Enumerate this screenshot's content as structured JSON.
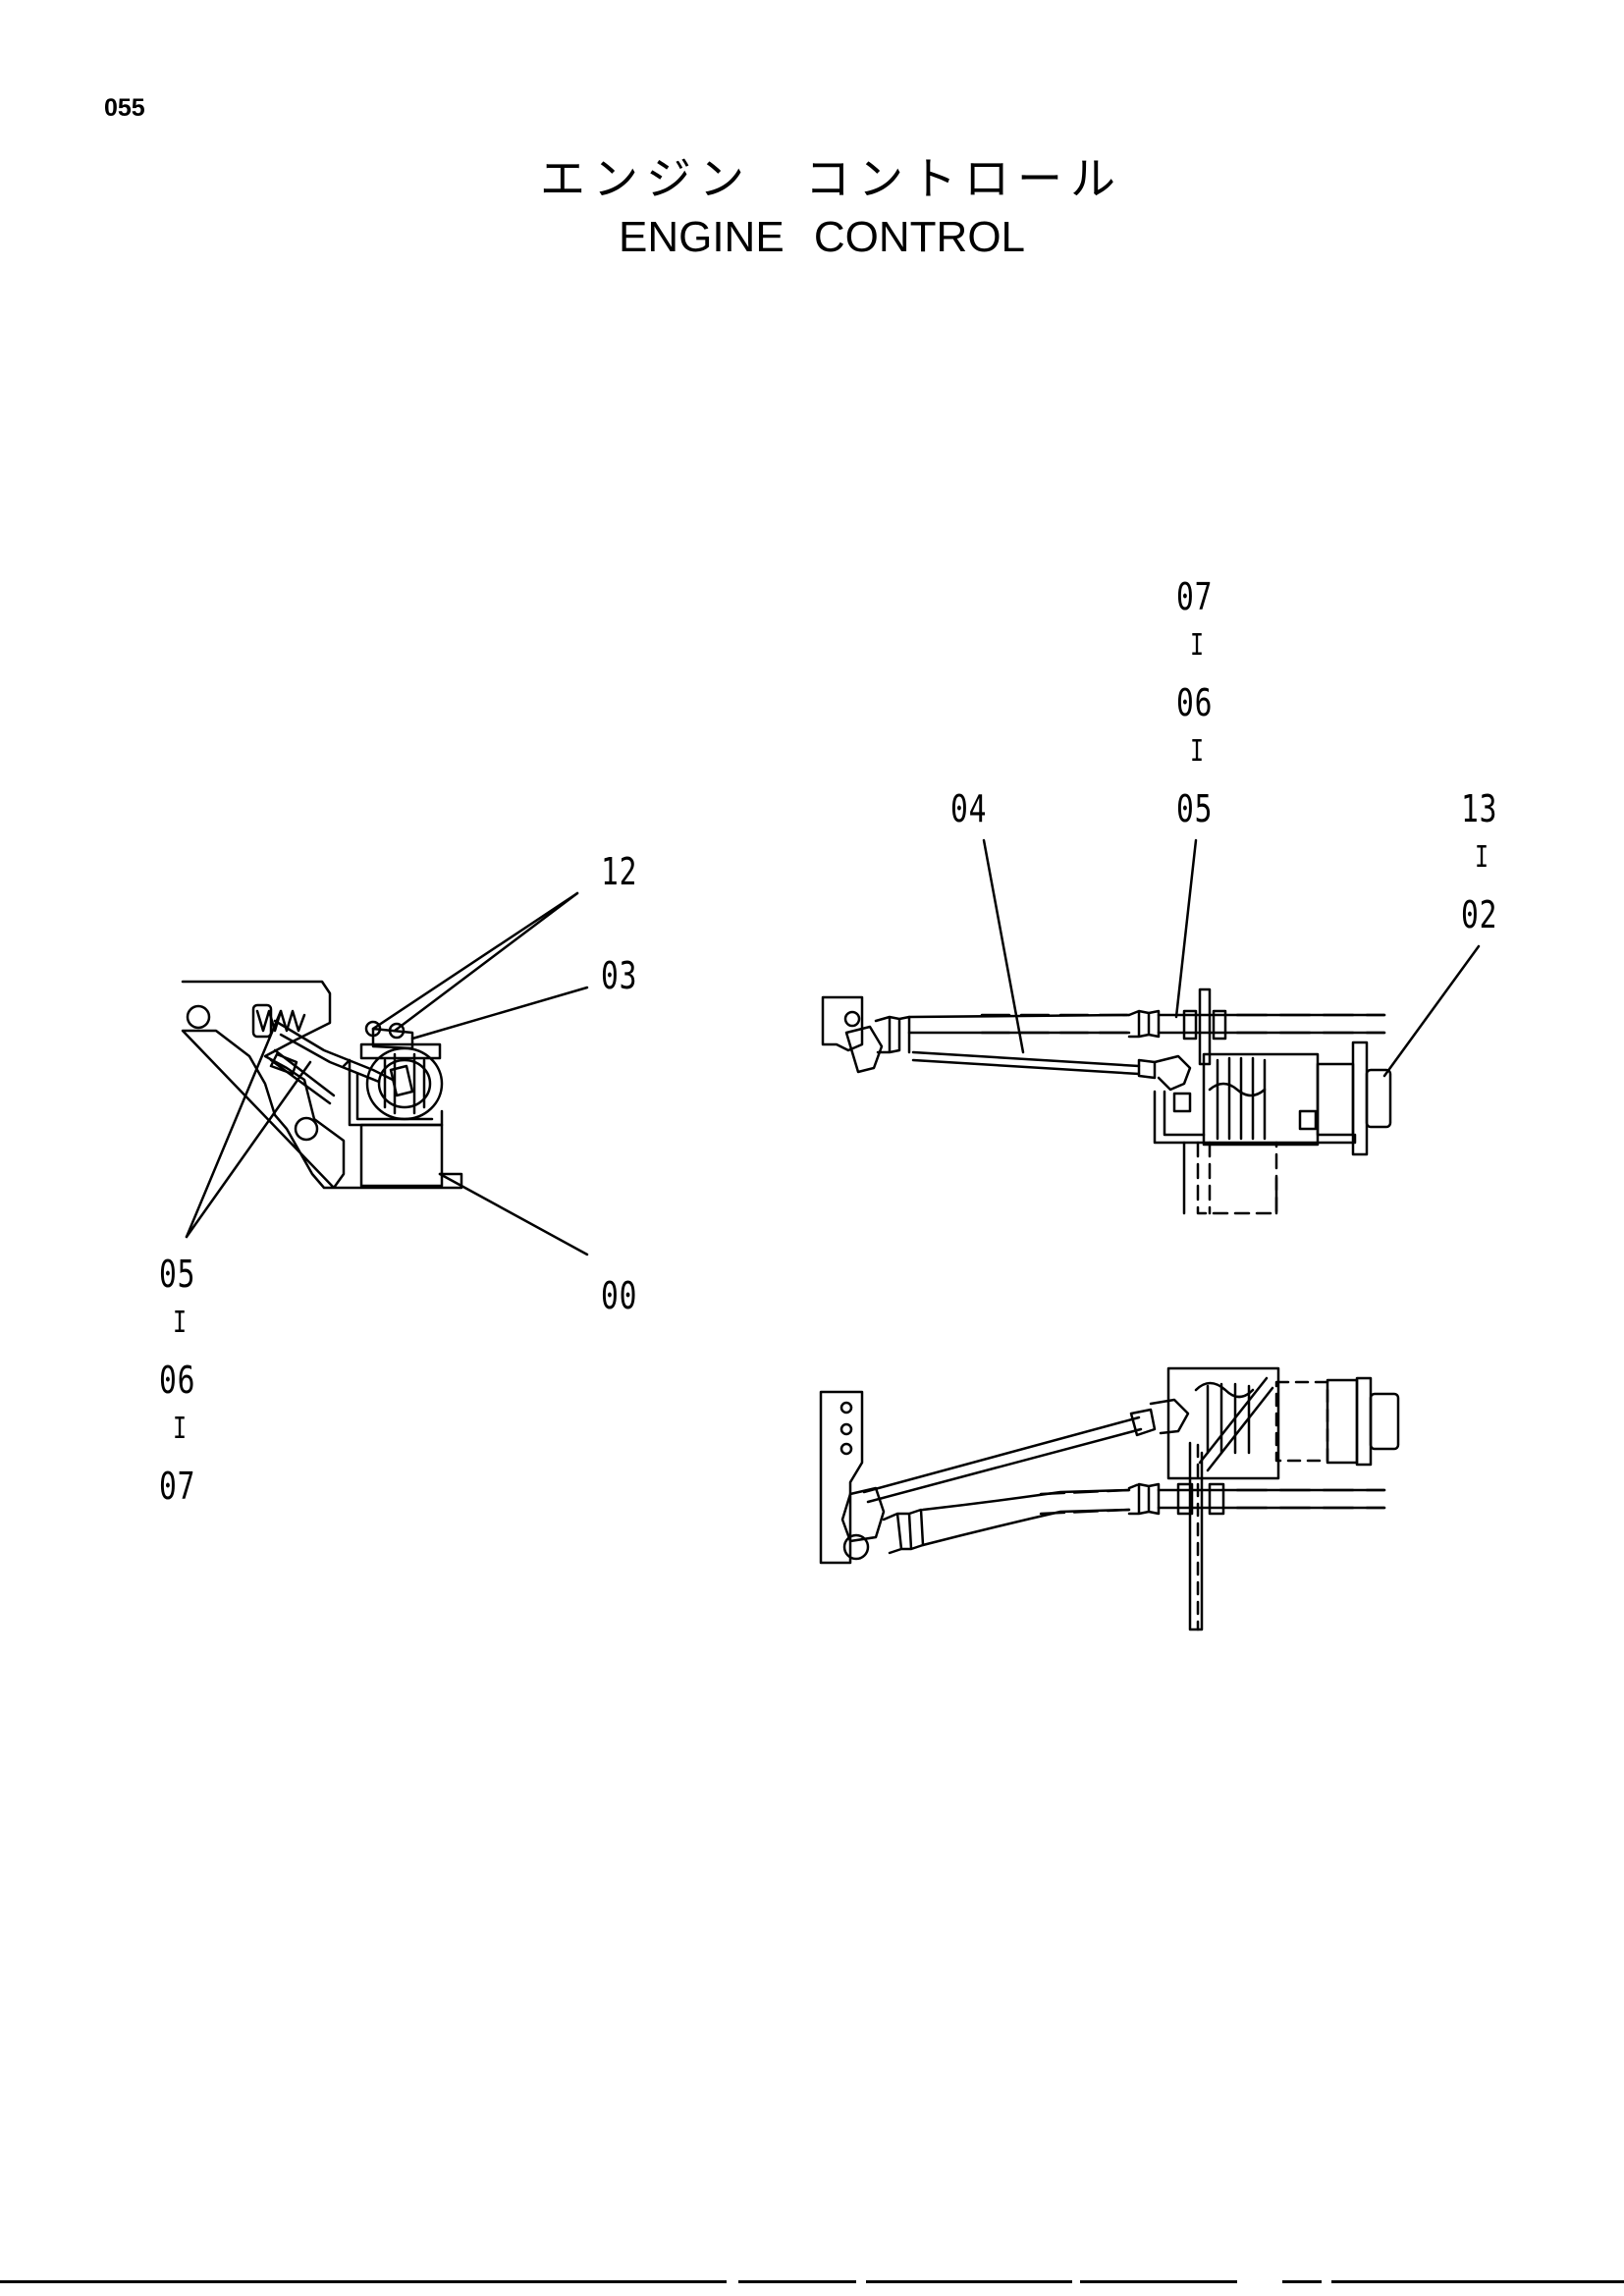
{
  "page": {
    "number": "055"
  },
  "title": {
    "japanese": "エンジン　コントロール",
    "english": "ENGINE  CONTROL"
  },
  "callouts": {
    "left": {
      "c12": "12",
      "c03": "03",
      "c00": "00",
      "c05": "05",
      "c06": "06",
      "c07": "07",
      "sep": "I"
    },
    "right": {
      "c07": "07",
      "c06": "06",
      "c05": "05",
      "c04": "04",
      "c13": "13",
      "c02": "02",
      "sep": "I"
    }
  }
}
